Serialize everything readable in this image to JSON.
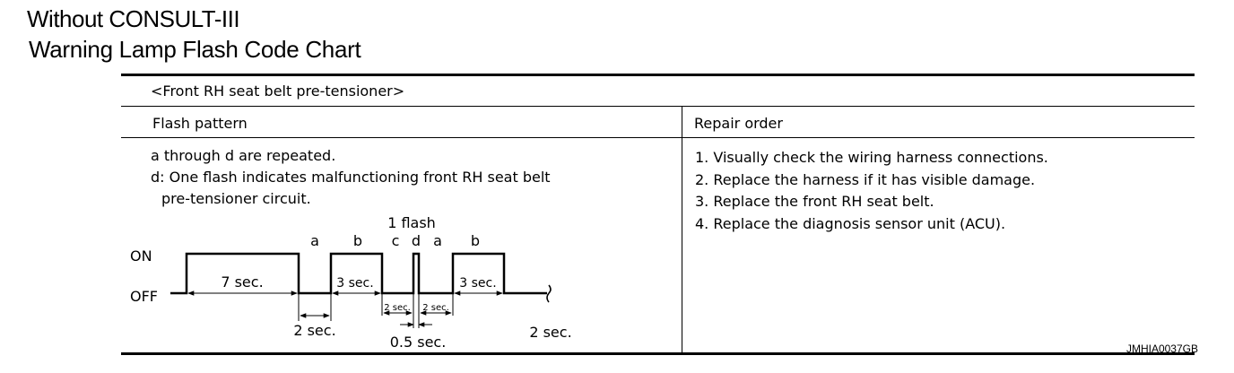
{
  "header": {
    "line1": "Without CONSULT-III",
    "line2": "Warning Lamp Flash Code Chart"
  },
  "table": {
    "caption": "<Front RH seat belt pre-tensioner>",
    "col_flash": "Flash pattern",
    "col_repair": "Repair order",
    "flash_description": [
      "a through d are repeated.",
      "d: One flash indicates malfunctioning front RH seat belt",
      "pre-tensioner circuit."
    ],
    "repair_steps": [
      "1. Visually check the wiring harness connections.",
      "2. Replace the harness if it has visible damage.",
      "3. Replace the front RH seat belt.",
      "4. Replace the diagnosis sensor unit (ACU)."
    ]
  },
  "diagram": {
    "state_on": "ON",
    "state_off": "OFF",
    "segment_labels": [
      "a",
      "b",
      "c",
      "d",
      "a",
      "b"
    ],
    "flash_count": "1 flash",
    "duration_on_first": "7 sec.",
    "duration_3a": "3 sec.",
    "duration_3b": "3 sec.",
    "duration_2_main": "2 sec.",
    "duration_2c": "2 sec.",
    "duration_2d": "2 sec.",
    "duration_half": "0.5 sec.",
    "duration_2_end": "2 sec."
  },
  "figure_code": "JMHIA0037GB"
}
